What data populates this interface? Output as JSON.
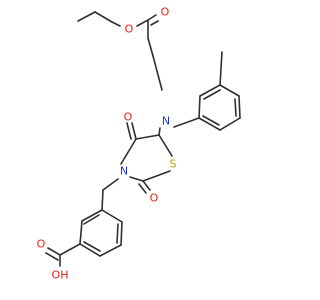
{
  "molecule": {
    "atoms": {
      "o_ester_carbonyl": "O",
      "o_ester_ether": "O",
      "n_amine": "N",
      "o_ring_top": "O",
      "s_ring": "S",
      "n_ring": "N",
      "o_ring_bottom": "O",
      "o_acid_carbonyl": "O",
      "oh_acid": "OH"
    },
    "colors": {
      "carbon": "#303030",
      "oxygen": "#e8201a",
      "nitrogen": "#2233dd",
      "sulfur": "#b8a400"
    }
  }
}
